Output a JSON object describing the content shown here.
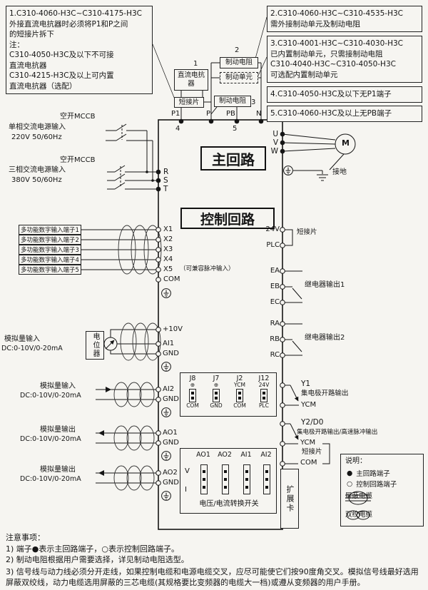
{
  "colors": {
    "bg": "#f6f5f1",
    "line": "#1a1a1a"
  },
  "notes_top": {
    "note1": [
      "1.C310-4060-H3C~C310-4175-H3C",
      "外接直流电抗器时必须将P1和P之间",
      "的短接片拆下",
      "注：",
      "C310-4050-H3C及以下不可接",
      "直流电抗器",
      "C310-4215-H3C及以上可内置",
      "直流电抗器（选配）"
    ],
    "note2": [
      "2.C310-4060-H3C~C310-4535-H3C",
      "需外接制动单元及制动电阻"
    ],
    "note3": [
      "3.C310-4001-H3C~C310-4030-H3C",
      "已内置制动单元，只需接制动电阻",
      "C310-4040-H3C~C310-4050-H3C",
      "可选配内置制动单元"
    ],
    "note4": "4.C310-4050-H3C及以下无P1端子",
    "note5": "5.C310-4060-H3C及以上无PB端子"
  },
  "top": {
    "num1": "1",
    "num2": "2",
    "num3": "3",
    "num4": "4",
    "num5": "5",
    "dc_reactor": "直流电抗器",
    "brake_resistor": "制动电阻",
    "brake_unit": "制动单元",
    "short_piece": "短接片",
    "brake_resistor2": "制动电阻",
    "p1": "P1",
    "p": "P",
    "pb": "PB",
    "n": "N"
  },
  "power": {
    "mccb1": "空开MCCB",
    "single1": "单相交流电源输入",
    "single2": "220V 50/60Hz",
    "mccb2": "空开MCCB",
    "three1": "三相交流电源输入",
    "three2": "380V 50/60Hz",
    "r": "R",
    "s": "S",
    "t": "T"
  },
  "main": {
    "title": "主回路",
    "u": "U",
    "v": "V",
    "w": "W",
    "motor": "M",
    "earth": "接地"
  },
  "control": {
    "title": "控制回路",
    "di": [
      "多功能数字输入端子1",
      "多功能数字输入端子2",
      "多功能数字输入端子3",
      "多功能数字输入端子4",
      "多功能数字输入端子5"
    ],
    "x": [
      "X1",
      "X2",
      "X3",
      "X4",
      "X5"
    ],
    "x5_note": "（可兼容脉冲输入）",
    "com": "COM",
    "p10": "+10V",
    "pot": "电位器",
    "ai_label": "模拟量输入",
    "ao_label": "模拟量输出",
    "range": "DC:0-10V/0-20mA",
    "ai1": "AI1",
    "ai2": "AI2",
    "ao1": "AO1",
    "ao2": "AO2",
    "gnd": "GND"
  },
  "right": {
    "v24": "24V",
    "plc": "PLC",
    "short1": "短接片",
    "ea": "EA",
    "eb": "EB",
    "ec": "EC",
    "relay1": "继电器输出1",
    "ra": "RA",
    "rb": "RB",
    "rc": "RC",
    "relay2": "继电器输出2",
    "y1": "Y1",
    "oc1": "集电极开路输出",
    "ycm1": "YCM",
    "y2": "Y2/D0",
    "oc2": "集电极开路输出/高速脉冲输出",
    "ycm2": "YCM",
    "short2": "短接片",
    "com": "COM"
  },
  "jp1": {
    "c0": {
      "n": "J8",
      "t": "⊕",
      "b": "COM"
    },
    "c1": {
      "n": "J7",
      "t": "⊕",
      "b": "GND"
    },
    "c2": {
      "n": "J2",
      "t": "YCM",
      "b": "COM"
    },
    "c3": {
      "n": "J12",
      "t": "24V",
      "b": "PLC"
    }
  },
  "jp2": {
    "h0": "AO1",
    "h1": "AO2",
    "h2": "AI1",
    "h3": "AI2",
    "v": "V",
    "i": "I",
    "caption": "电压/电流转换开关"
  },
  "expansion": "扩展卡",
  "legend": {
    "title": "说明：",
    "bullet_main": "●",
    "bullet_ctrl": "○",
    "main": "主回路端子",
    "ctrl": "控制回路端子",
    "shield": "屏蔽电缆",
    "twist": "双绞电缆"
  },
  "notes_bottom": {
    "title": "注意事项：",
    "n1": "1) 端子●表示主回路端子，○表示控制回路端子。",
    "n2": "2) 制动电阻根据用户需要选择，详见制动电阻选型。",
    "n3": "3) 信号线与动力线必须分开走线，如果控制电缆和电源电缆交叉，应尽可能使它们按90度角交叉。模拟信号线最好选用屏蔽双绞线，动力电缆选用屏蔽的三芯电缆(其规格要比变频器的电缆大一档)或遵从变频器的用户手册。"
  }
}
